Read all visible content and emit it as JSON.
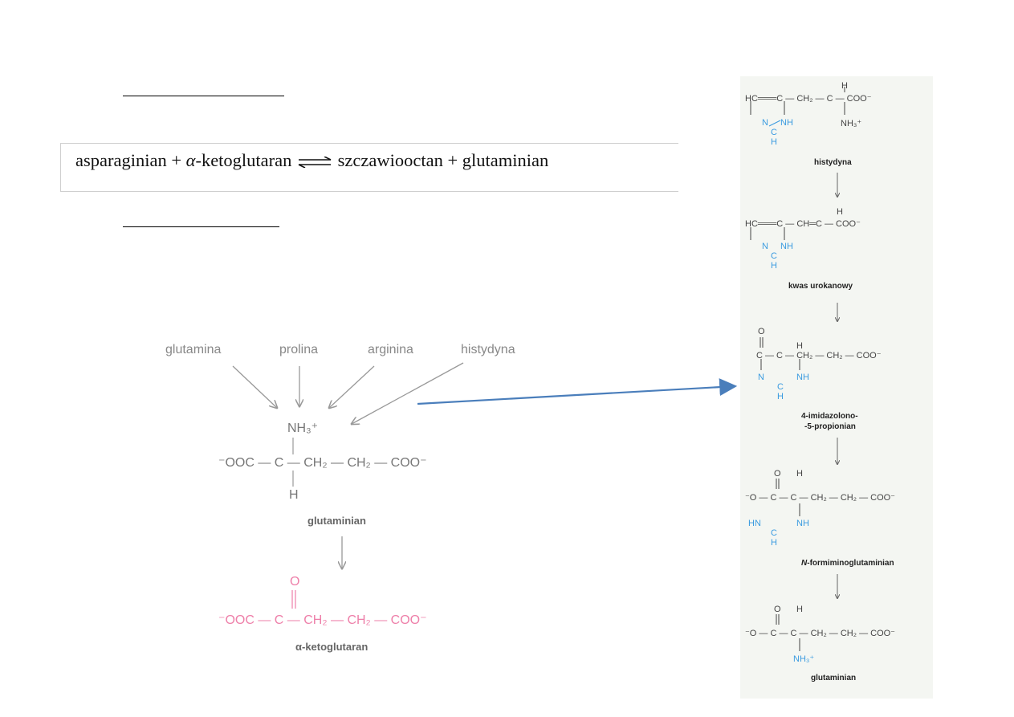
{
  "equation": {
    "left": "asparaginian + ",
    "alpha": "α",
    "keto": "-ketoglutaran",
    "right": " szczawiooctan + glutaminian"
  },
  "left_diagram": {
    "precursors": [
      "glutamina",
      "prolina",
      "arginina",
      "histydyna"
    ],
    "glutaminian": {
      "nh3": "NH₃⁺",
      "chain": "⁻OOC — C — CH₂ — CH₂ — COO⁻",
      "h": "H",
      "name": "glutaminian"
    },
    "ketoglutaran": {
      "o": "O",
      "chain": "⁻OOC — C — CH₂ — CH₂ — COO⁻",
      "name": "α-ketoglutaran"
    }
  },
  "pathway": {
    "histydyna": {
      "line1": "HC═══C — CH₂ — C — COO⁻",
      "h": "H",
      "nh3": "NH₃⁺",
      "ring_n": "N",
      "ring_nh": "NH",
      "ring_c": "C",
      "ring_h": "H",
      "name": "histydyna"
    },
    "kwas": {
      "line1": "HC═══C — CH═C — COO⁻",
      "h": "H",
      "ring_n": "N",
      "ring_nh": "NH",
      "ring_c": "C",
      "ring_h": "H",
      "name": "kwas urokanowy"
    },
    "imidazolono": {
      "o": "O",
      "h": "H",
      "line1": "C — C — CH₂ — CH₂ — COO⁻",
      "ring_n": "N",
      "ring_nh": "NH",
      "ring_c": "C",
      "ring_h": "H",
      "name1": "4-imidazolono-",
      "name2": "-5-propionian"
    },
    "formimino": {
      "o": "O",
      "h": "H",
      "line1": "⁻O — C — C — CH₂ — CH₂ — COO⁻",
      "ring_hn": "HN",
      "ring_nh": "NH",
      "ring_c": "C",
      "ring_h": "H",
      "name_n": "N",
      "name_rest": "-formiminoglutaminian"
    },
    "glutaminian": {
      "o": "O",
      "h": "H",
      "line1": "⁻O — C — C — CH₂ — CH₂ — COO⁻",
      "nh3": "NH₃⁺",
      "name": "glutaminian"
    }
  },
  "colors": {
    "connector_arrow": "#4a7ebb",
    "ring_blue": "#3a9be0",
    "keto_pink": "#ee7fa9"
  }
}
